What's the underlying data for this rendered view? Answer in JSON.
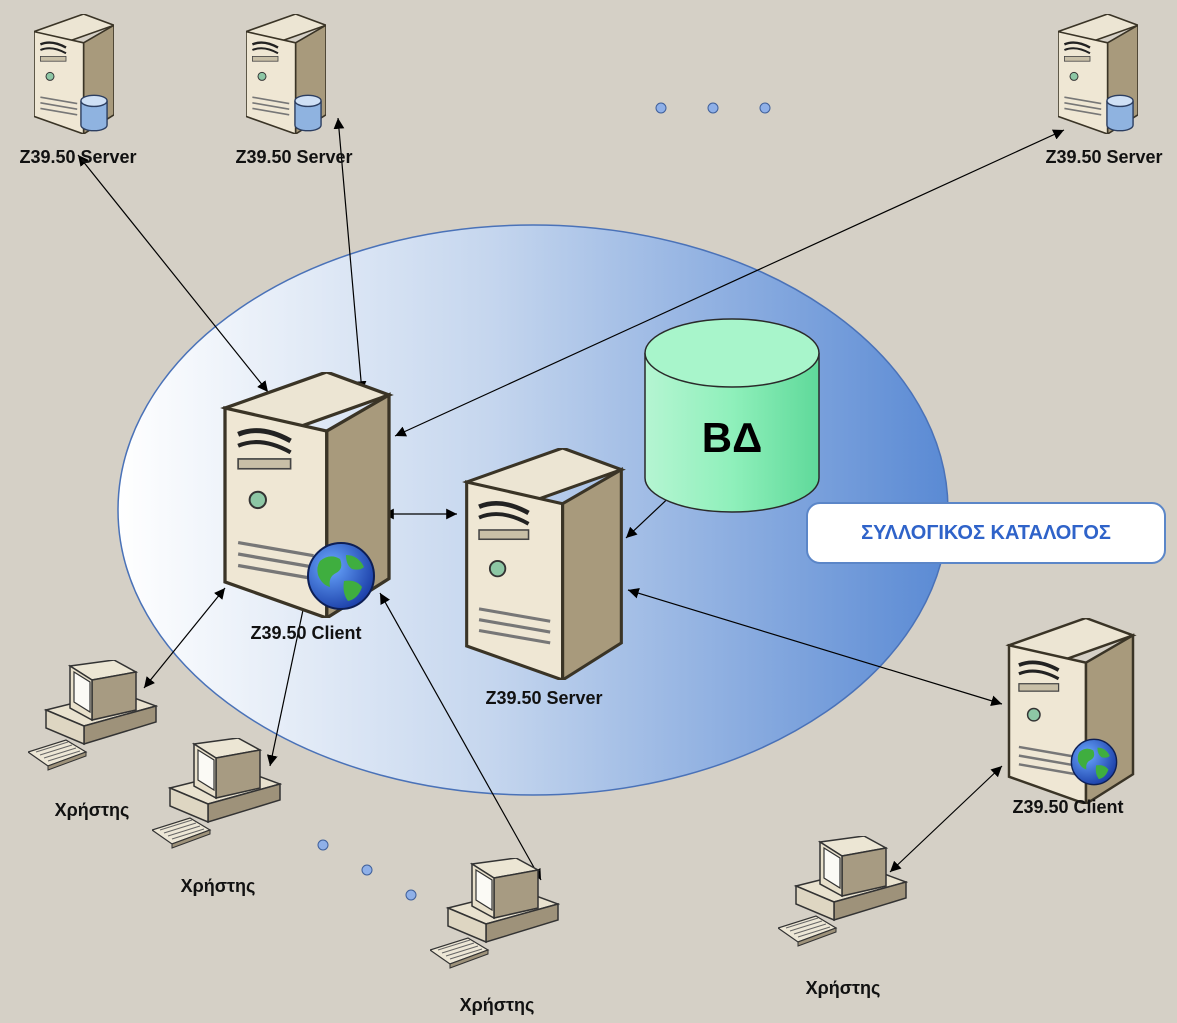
{
  "nodes": {
    "server_top_left": {
      "label": "Z39.50 Server"
    },
    "server_top_mid": {
      "label": "Z39.50 Server"
    },
    "server_top_right": {
      "label": "Z39.50 Server"
    },
    "central_client": {
      "label": "Z39.50 Client"
    },
    "central_server": {
      "label": "Z39.50 Server"
    },
    "database": {
      "label": "ΒΔ"
    },
    "remote_client": {
      "label": "Z39.50 Client"
    },
    "user_1": {
      "label": "Χρήστης"
    },
    "user_2": {
      "label": "Χρήστης"
    },
    "user_3": {
      "label": "Χρήστης"
    },
    "user_4": {
      "label": "Χρήστης"
    }
  },
  "catalog": {
    "label": "ΣΥΛΛΟΓΙΚΟΣ ΚΑΤΑΛΟΓΟΣ"
  },
  "colors": {
    "background": "#d5d0c6",
    "ellipse_border": "#4a72b8",
    "database_fill": "#7de8ad",
    "catalog_text": "#2f63c9",
    "ellipsis_dots": "#8fb0e8"
  }
}
